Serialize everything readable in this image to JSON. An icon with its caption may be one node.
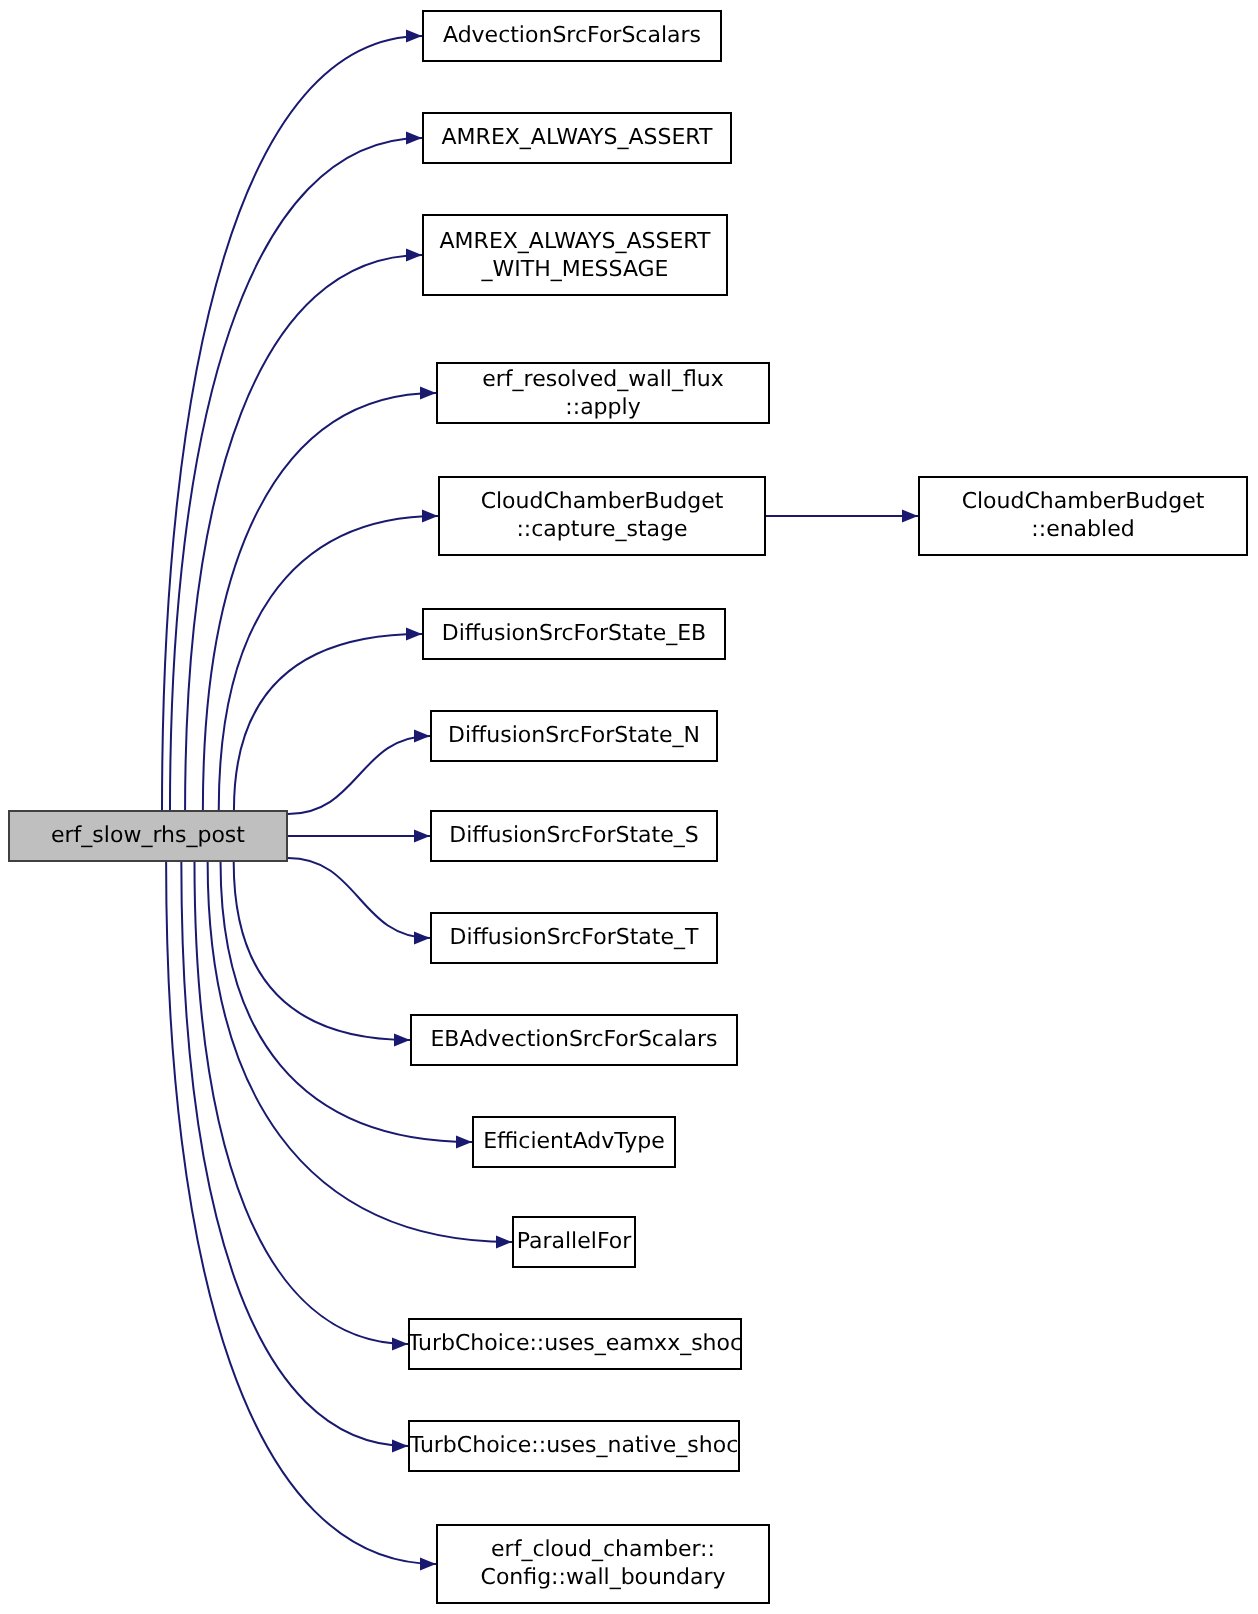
{
  "diagram": {
    "nodes": [
      {
        "text": [
          "erf_slow_rhs_post"
        ]
      },
      {
        "text": [
          "AdvectionSrcForScalars"
        ]
      },
      {
        "text": [
          "AMREX_ALWAYS_ASSERT"
        ]
      },
      {
        "text": [
          "AMREX_ALWAYS_ASSERT _WITH_MESSAGE"
        ]
      },
      {
        "text": [
          "erf_resolved_wall_flux ::apply"
        ]
      },
      {
        "text": [
          "CloudChamberBudget ::capture_stage"
        ]
      },
      {
        "text": [
          "CloudChamberBudget ::enabled"
        ]
      },
      {
        "text": [
          "DiffusionSrcForState_EB"
        ]
      },
      {
        "text": [
          "DiffusionSrcForState_N"
        ]
      },
      {
        "text": [
          "DiffusionSrcForState_S"
        ]
      },
      {
        "text": [
          "DiffusionSrcForState_T"
        ]
      },
      {
        "text": [
          "EBAdvectionSrcForScalars"
        ]
      },
      {
        "text": [
          "EfficientAdvType"
        ]
      },
      {
        "text": [
          "ParallelFor"
        ]
      },
      {
        "text": [
          "TurbChoice::uses_eamxx_shoc"
        ]
      },
      {
        "text": [
          "TurbChoice::uses_native_shoc"
        ]
      },
      {
        "text": [
          "erf_cloud_chamber:: Config::wall_boundary"
        ]
      }
    ],
    "edges": [
      {
        "from": 0,
        "to": 1,
        "arrow": "to"
      },
      {
        "from": 0,
        "to": 2,
        "arrow": "to"
      },
      {
        "from": 0,
        "to": 3,
        "arrow": "to"
      },
      {
        "from": 0,
        "to": 4,
        "arrow": "to"
      },
      {
        "from": 0,
        "to": 5,
        "arrow": "to"
      },
      {
        "from": 5,
        "to": 6,
        "arrow": "to"
      },
      {
        "from": 0,
        "to": 7,
        "arrow": "to"
      },
      {
        "from": 0,
        "to": 8,
        "arrow": "to"
      },
      {
        "from": 0,
        "to": 9,
        "arrow": "to"
      },
      {
        "from": 0,
        "to": 10,
        "arrow": "to"
      },
      {
        "from": 0,
        "to": 11,
        "arrow": "to"
      },
      {
        "from": 0,
        "to": 12,
        "arrow": "to"
      },
      {
        "from": 0,
        "to": 13,
        "arrow": "to"
      },
      {
        "from": 0,
        "to": 14,
        "arrow": "to"
      },
      {
        "from": 0,
        "to": 15,
        "arrow": "to"
      },
      {
        "from": 0,
        "to": 16,
        "arrow": "to"
      }
    ]
  }
}
